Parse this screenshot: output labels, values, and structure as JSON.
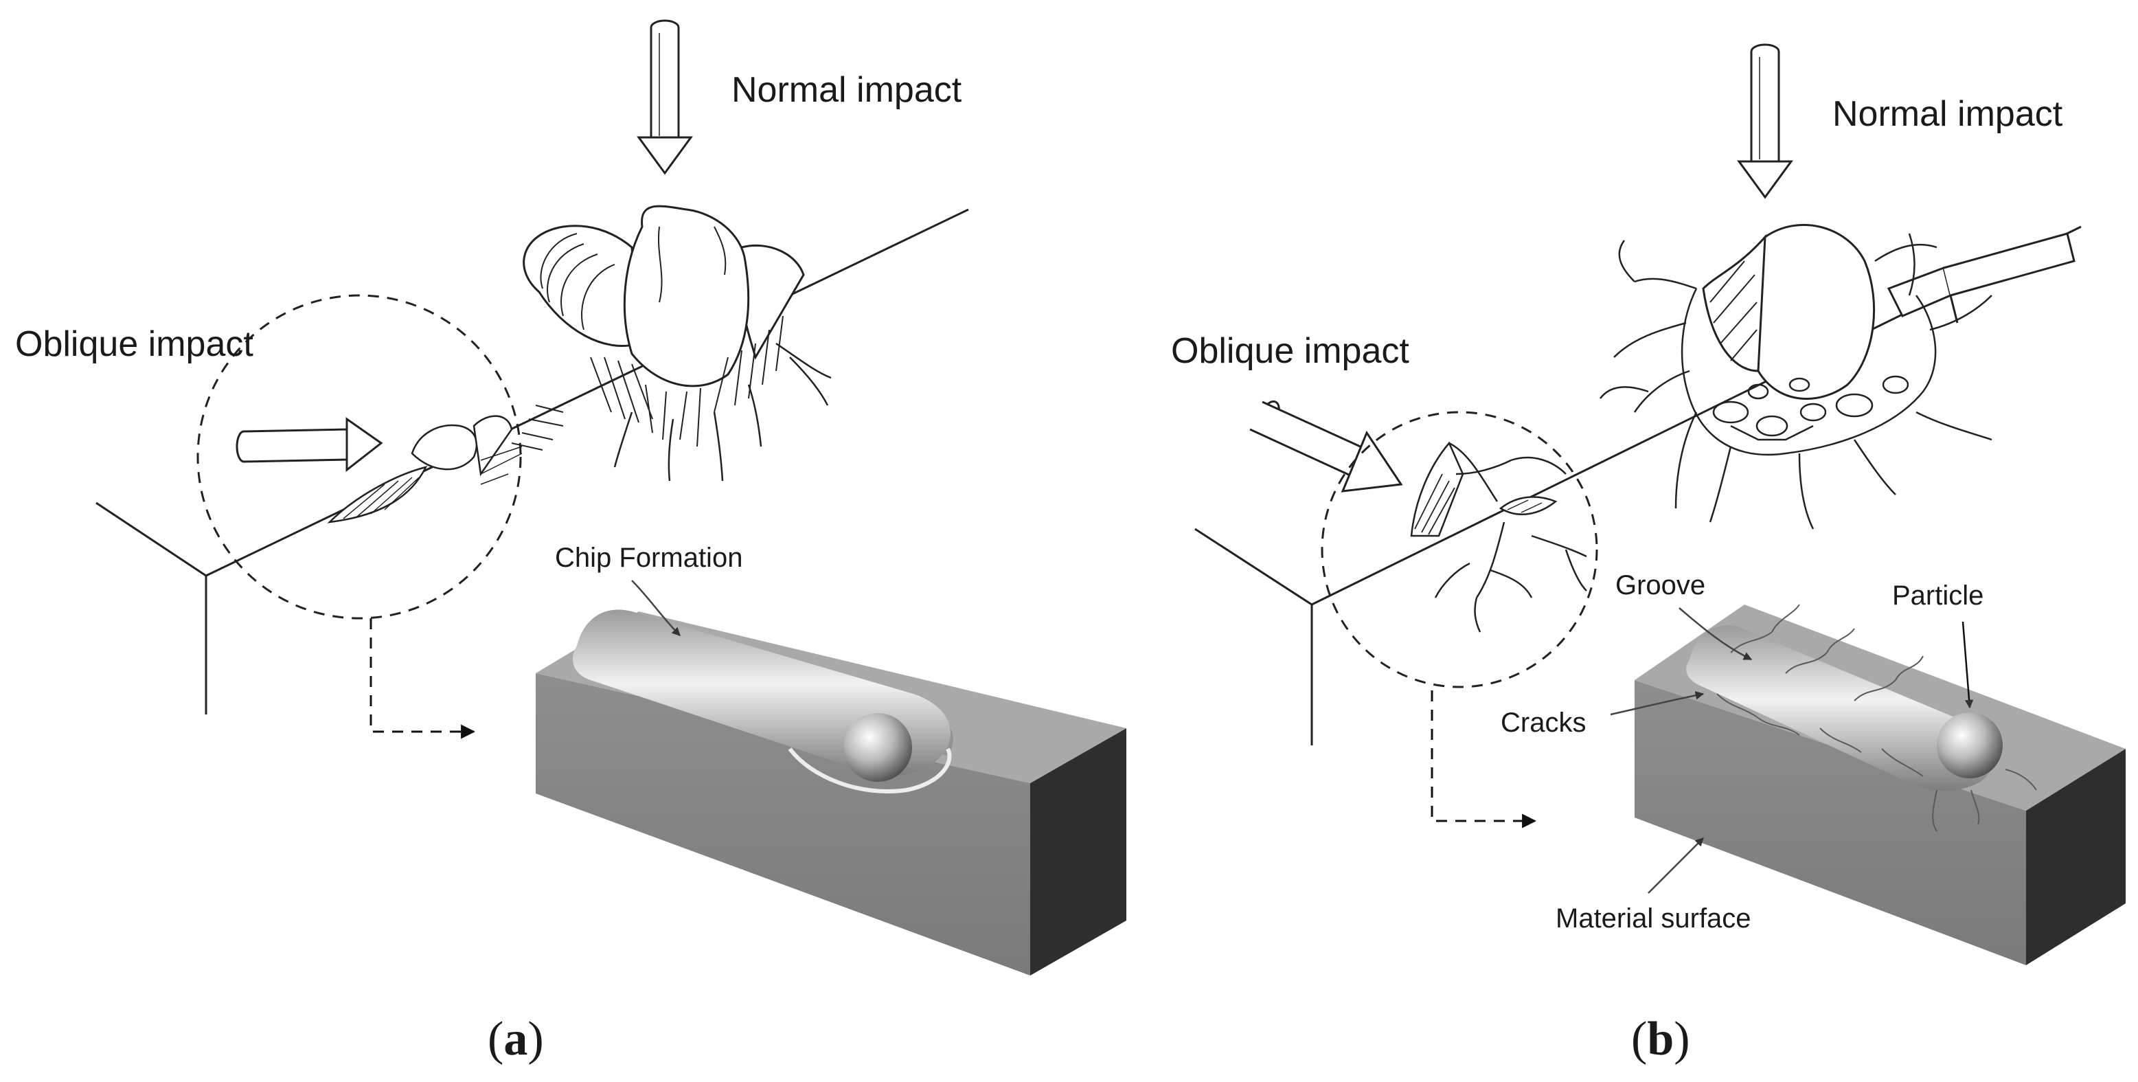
{
  "panel_a": {
    "normal_impact": "Normal impact",
    "oblique_impact": "Oblique impact",
    "chip_formation": "Chip Formation",
    "caption_open": "(",
    "caption_letter": "a",
    "caption_close": ")"
  },
  "panel_b": {
    "normal_impact": "Normal impact",
    "oblique_impact": "Oblique impact",
    "groove": "Groove",
    "particle": "Particle",
    "cracks": "Cracks",
    "material_surface": "Material surface",
    "caption_open": "(",
    "caption_letter": "b",
    "caption_close": ")"
  }
}
